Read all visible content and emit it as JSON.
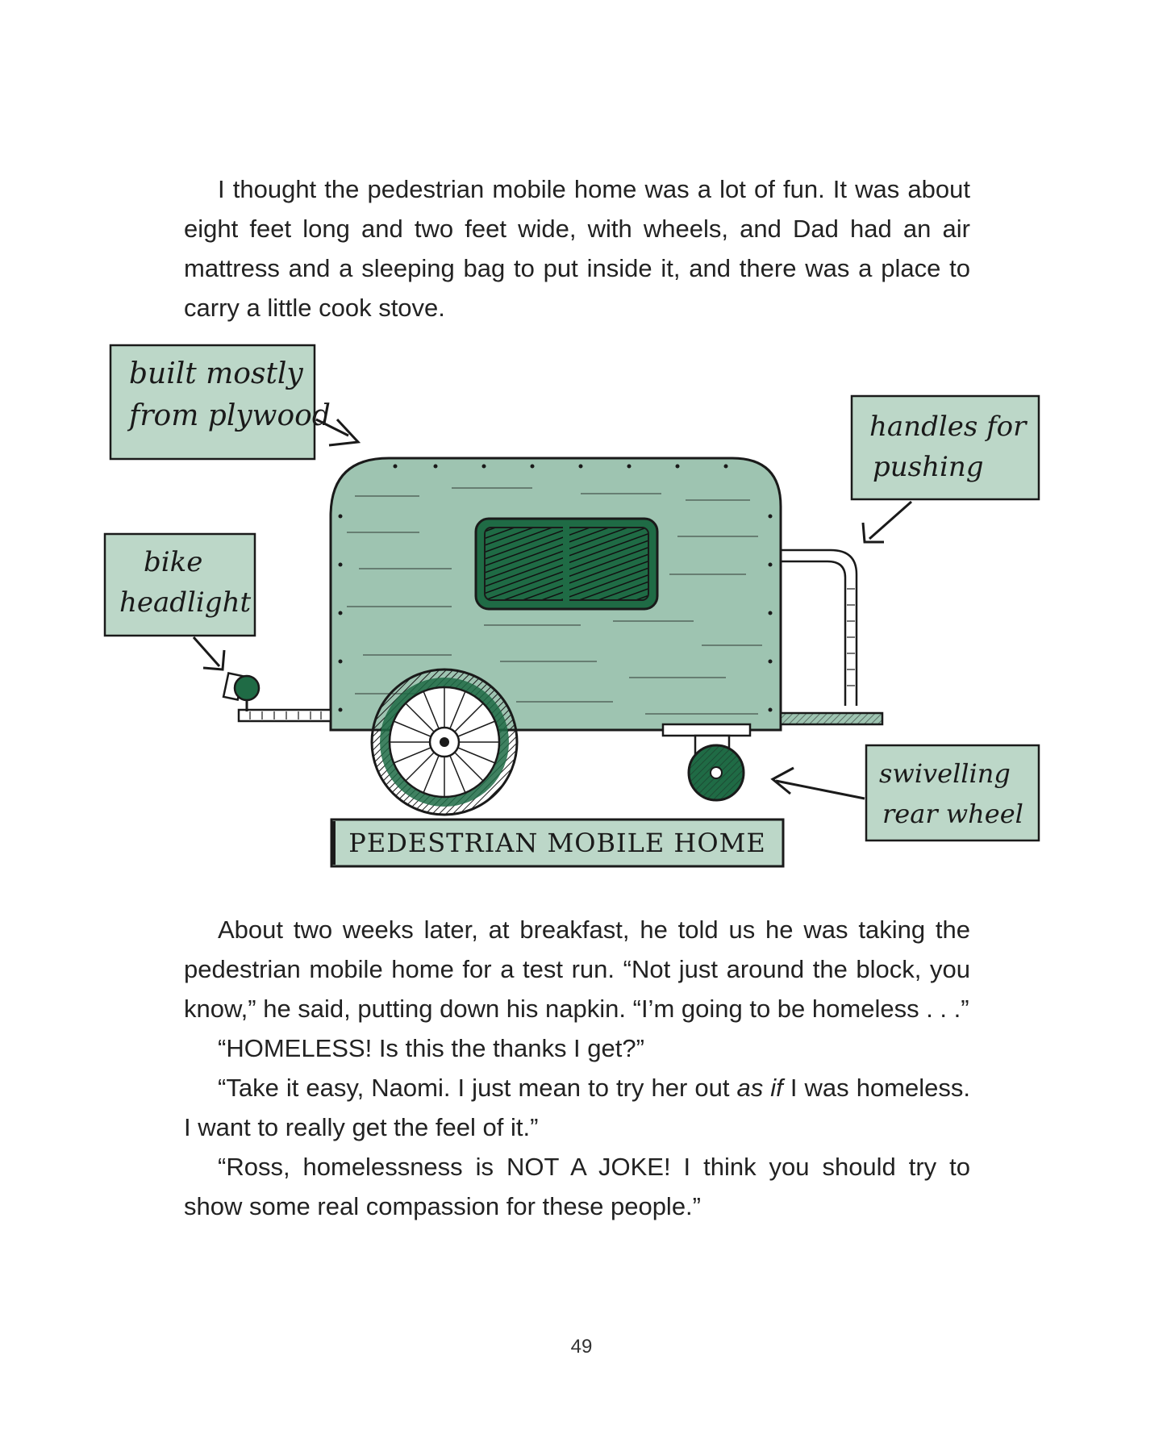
{
  "paragraph_1": "I thought the pedestrian mobile home was a lot of fun. It was about eight feet long and two feet wide, with wheels, and Dad had an air mattress and a sleeping bag to put inside it, and there was a place to carry a little cook stove.",
  "illustration": {
    "label_built": [
      "built mostly",
      "from plywood"
    ],
    "label_handles": [
      "handles for",
      "pushing"
    ],
    "label_headlight": [
      "bike",
      "headlight"
    ],
    "label_wheel": [
      "swivelling",
      "rear wheel"
    ],
    "title_box": "PEDESTRIAN MOBILE HOME",
    "colors": {
      "box_fill": "#bcd7c8",
      "trailer_fill": "#9ec4b1",
      "wheel_green": "#1f6b45",
      "ink": "#1a1a1a"
    }
  },
  "paragraphs_2": [
    {
      "text": "About two weeks later, at breakfast, he told us he was taking the pedestrian mobile home for a test run. “Not just around the block, you know,” he said, putting down his napkin. “I’m going to be homeless . . .”",
      "indent": true
    },
    {
      "text": "“HOMELESS! Is this the thanks I get?”",
      "indent": true
    },
    {
      "pre": "“Take it easy, Naomi. I just mean to try her out ",
      "em": "as if",
      "post": " I was homeless. I want to really get the feel of it.”",
      "indent": true
    },
    {
      "text": "“Ross, homelessness is NOT A JOKE! I think you should try to show some real compassion for these people.”",
      "indent": true
    }
  ],
  "page_number": "49"
}
